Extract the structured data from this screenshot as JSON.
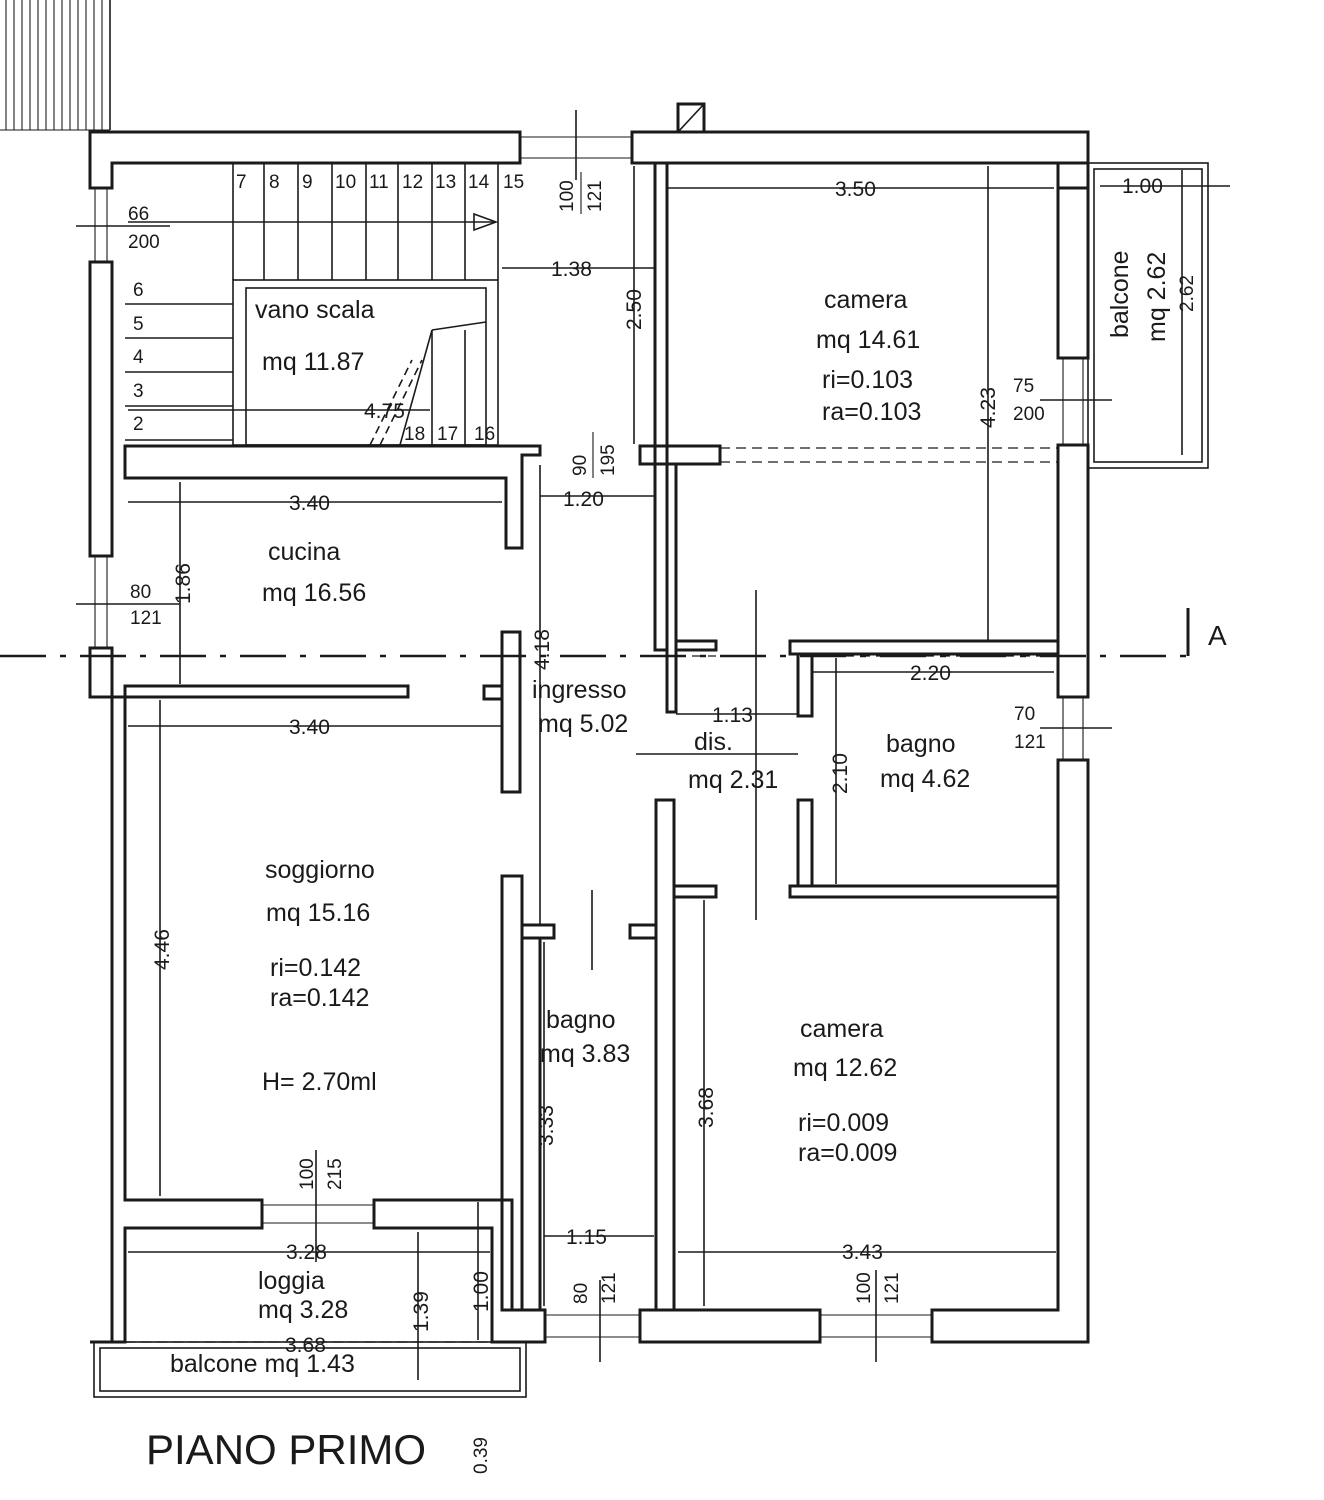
{
  "title": "PIANO PRIMO",
  "section_mark": "A",
  "rooms": [
    {
      "id": "vano-scala",
      "name": "vano scala",
      "area": "mq 11.87"
    },
    {
      "id": "cucina",
      "name": "cucina",
      "area": "mq 16.56"
    },
    {
      "id": "soggiorno",
      "name": "soggiorno",
      "area": "mq 15.16",
      "ri": "ri=0.142",
      "ra": "ra=0.142",
      "height": "H= 2.70ml"
    },
    {
      "id": "loggia",
      "name": "loggia",
      "area": "mq 3.28"
    },
    {
      "id": "balcone-basso",
      "name": "balcone mq 1.43"
    },
    {
      "id": "ingresso",
      "name": "ingresso",
      "area": "mq 5.02"
    },
    {
      "id": "disimpegno",
      "name": "dis.",
      "area": "mq 2.31"
    },
    {
      "id": "bagno-1",
      "name": "bagno",
      "area": "mq 4.62"
    },
    {
      "id": "bagno-2",
      "name": "bagno",
      "area": "mq 3.83"
    },
    {
      "id": "camera-1",
      "name": "camera",
      "area": "mq 14.61",
      "ri": "ri=0.103",
      "ra": "ra=0.103"
    },
    {
      "id": "camera-2",
      "name": "camera",
      "area": "mq 12.62",
      "ri": "ri=0.009",
      "ra": "ra=0.009"
    },
    {
      "id": "balcone-alto",
      "name": "balcone",
      "area": "mq 2.62"
    }
  ],
  "dimensions": [
    "3.50",
    "1.00",
    "2.62",
    "4.23",
    "1.38",
    "2.50",
    "4.75",
    "1.20",
    "3.40",
    "1.86",
    "4.18",
    "3.40",
    "1.13",
    "2.20",
    "2.10",
    "4.46",
    "3.33",
    "3.68",
    "1.15",
    "3.28",
    "3.43",
    "1.39",
    "1.00",
    "3.68",
    "0.39"
  ],
  "openings": [
    {
      "w": "100",
      "h": "121"
    },
    {
      "w": "66",
      "h": "200"
    },
    {
      "w": "90",
      "h": "195"
    },
    {
      "w": "75",
      "h": "200"
    },
    {
      "w": "80",
      "h": "121"
    },
    {
      "w": "70",
      "h": "121"
    },
    {
      "w": "100",
      "h": "215"
    },
    {
      "w": "80",
      "h": "121"
    },
    {
      "w": "100",
      "h": "121"
    }
  ],
  "stair_steps": [
    "7",
    "8",
    "9",
    "10",
    "11",
    "12",
    "13",
    "14",
    "15",
    "6",
    "5",
    "4",
    "3",
    "2",
    "18",
    "17",
    "16"
  ]
}
